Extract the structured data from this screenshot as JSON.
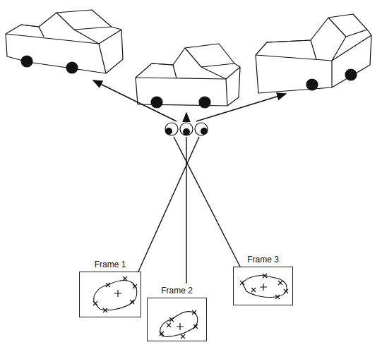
{
  "diagram": {
    "nodes": [
      {
        "text": [
          "Frame 1"
        ]
      },
      {
        "text": [
          "Frame 2"
        ]
      },
      {
        "text": [
          "Frame 3"
        ]
      }
    ]
  }
}
